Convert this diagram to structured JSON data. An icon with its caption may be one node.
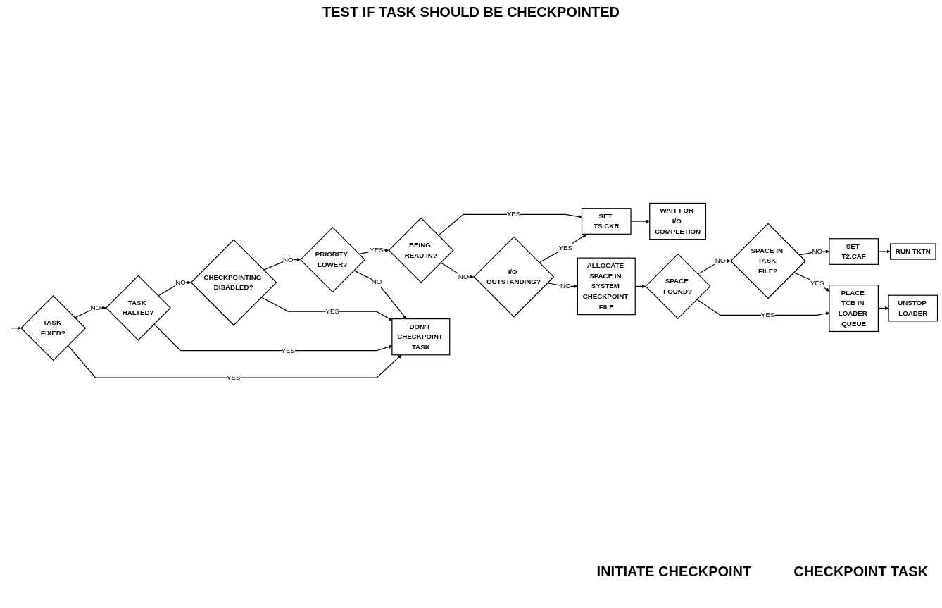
{
  "diagram": {
    "nodes": [
      {
        "text": [
          "TASK FIXED?"
        ]
      },
      {
        "text": [
          "TASK HALTED?"
        ]
      },
      {
        "text": [
          "CHECKPOINTING DISABLED?"
        ]
      },
      {
        "text": [
          "PRIORITY LOWER?"
        ]
      },
      {
        "text": [
          "BEING READ IN?"
        ]
      },
      {
        "text": [
          "SET TS.CKR"
        ]
      },
      {
        "text": [
          "DON'T CHECKPOINT TASK"
        ]
      },
      {
        "text": [
          "I/O OUTSTANDING?"
        ]
      },
      {
        "text": [
          "WAIT FOR I/O COMPLETION"
        ]
      },
      {
        "text": [
          "ALLOCATE SPACE IN SYSTEM CHECKPOINT FILE"
        ]
      },
      {
        "text": [
          "SPACE FOUND?"
        ]
      },
      {
        "text": [
          "SPACE IN TASK FILE?"
        ]
      },
      {
        "text": [
          "SET T2.CAF"
        ]
      },
      {
        "text": [
          "RUN TKTN"
        ]
      },
      {
        "text": [
          "PLACE TCB IN LOADER QUEUE"
        ]
      },
      {
        "text": [
          "UNSTOP LOADER"
        ]
      }
    ],
    "edges": [
      {
        "from": null,
        "to": 0,
        "arrow": "to"
      },
      {
        "from": 0,
        "to": 1,
        "arrow": "to",
        "label": "NO"
      },
      {
        "from": 1,
        "to": 2,
        "arrow": "to",
        "label": "NO"
      },
      {
        "from": 2,
        "to": 3,
        "arrow": "to",
        "label": "NO"
      },
      {
        "from": 3,
        "to": 4,
        "arrow": "to",
        "label": "YES"
      },
      {
        "from": 4,
        "to": 5,
        "arrow": "to",
        "label": "YES"
      },
      {
        "from": 0,
        "to": 6,
        "arrow": "to",
        "label": "YES"
      },
      {
        "from": 1,
        "to": 6,
        "arrow": "to",
        "label": "YES"
      },
      {
        "from": 2,
        "to": 6,
        "arrow": "to",
        "label": "YES"
      },
      {
        "from": 3,
        "to": 6,
        "arrow": "to",
        "label": "NO"
      },
      {
        "from": 4,
        "to": 7,
        "arrow": "to",
        "label": "NO"
      },
      {
        "from": 7,
        "to": 5,
        "arrow": "to",
        "label": "YES"
      },
      {
        "from": 5,
        "to": 8,
        "arrow": "to"
      },
      {
        "from": 7,
        "to": 9,
        "arrow": "to",
        "label": "NO"
      },
      {
        "from": 9,
        "to": 10,
        "arrow": "to"
      },
      {
        "from": 10,
        "to": 11,
        "arrow": "to",
        "label": "NO"
      },
      {
        "from": 11,
        "to": 12,
        "arrow": "to",
        "label": "NO"
      },
      {
        "from": 12,
        "to": 13,
        "arrow": "to"
      },
      {
        "from": 10,
        "to": 14,
        "arrow": "to",
        "label": "YES"
      },
      {
        "from": 11,
        "to": 14,
        "arrow": "to",
        "label": "YES"
      },
      {
        "from": 14,
        "to": 15,
        "arrow": "to"
      }
    ],
    "labels": [
      "TEST IF TASK SHOULD BE CHECKPOINTED",
      "INITIATE CHECKPOINT",
      "CHECKPOINT TASK"
    ]
  }
}
